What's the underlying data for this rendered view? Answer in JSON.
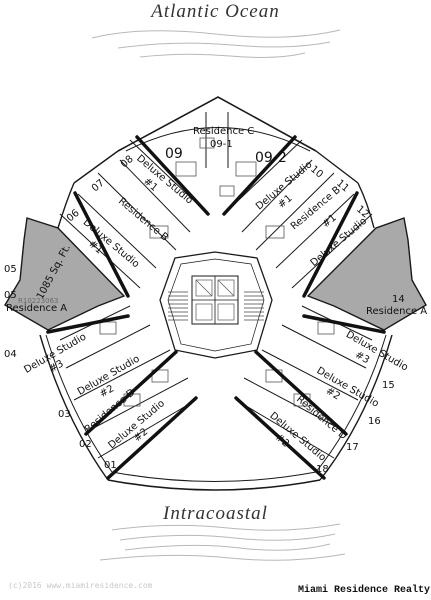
{
  "top_label": "Atlantic Ocean",
  "bottom_label": "Intracoastal",
  "units": {
    "u01": "01",
    "u02": "02",
    "u03": "03",
    "u04": "04",
    "u05": "05",
    "u06": "06",
    "u07": "07",
    "u08": "08",
    "u09": "09",
    "u09_2": "09-2",
    "u10": "10",
    "u11": "11",
    "u12": "12",
    "u14": "14",
    "u15": "15",
    "u16": "16",
    "u17": "17",
    "u18": "18"
  },
  "residences": {
    "a": "Residence A",
    "b": "Residence B",
    "c": "Residence C",
    "c_sub": "09-1",
    "d": "Residence D"
  },
  "studios": {
    "deluxe": "Deluxe Studio",
    "n1": "#1",
    "n2": "#2",
    "n3": "#3"
  },
  "area_note": "1085 Sq. Ft.",
  "mini_watermark": "R10223063",
  "watermark": "(c)2016 www.miamiresidence.com",
  "credit": "Miami Residence Realty",
  "colors": {
    "highlight": "#a9a9a9",
    "line": "#1a1a1a",
    "text": "#111111"
  }
}
